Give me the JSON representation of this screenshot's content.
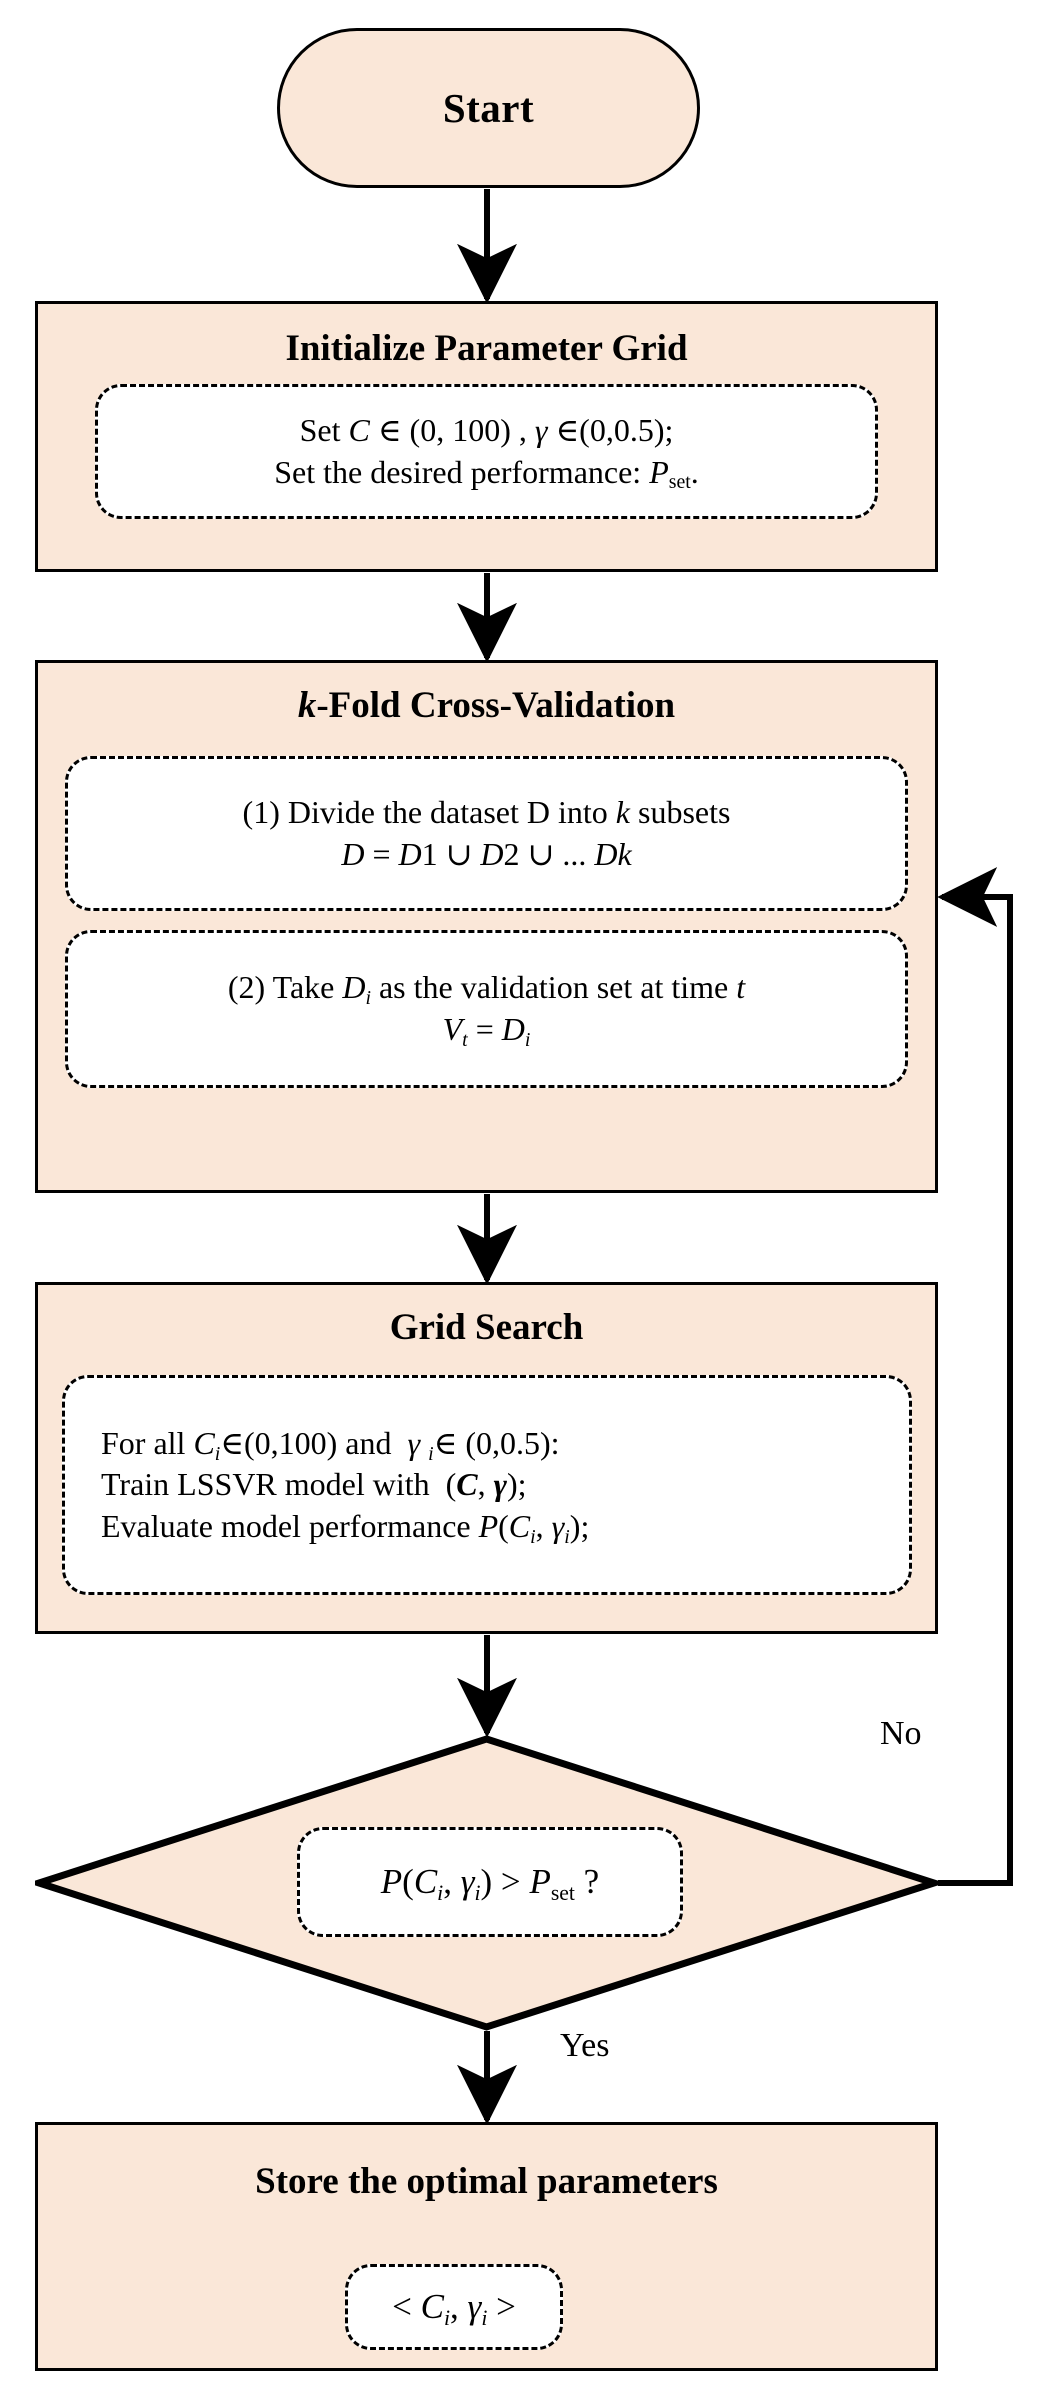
{
  "diagram": {
    "title": "LSSVR parameter optimization flowchart",
    "type": "flowchart",
    "colors": {
      "node_fill": "#fae7d8",
      "node_border": "#000000",
      "inner_fill": "#ffffff",
      "text": "#000000"
    },
    "nodes": {
      "start": {
        "shape": "stadium",
        "label": "Start"
      },
      "initialize": {
        "shape": "rectangle",
        "title": "Initialize Parameter Grid",
        "inner_shape": "dashed-rounded",
        "lines": [
          "Set C ∈ (0, 100) , γ ∈(0,0.5);",
          "Set the desired performance: P_set."
        ]
      },
      "kfold": {
        "shape": "rectangle",
        "title": "k-Fold Cross-Validation",
        "title_italic_prefix": "k",
        "sub_boxes": [
          {
            "inner_shape": "dashed-rounded",
            "lines": [
              "(1) Divide the dataset D into k subsets",
              "D = D1 ∪ D2 ∪ ... Dk"
            ]
          },
          {
            "inner_shape": "dashed-rounded",
            "lines": [
              "(2) Take D_i as the validation set at time t",
              "V_t = D_i"
            ]
          }
        ]
      },
      "grid_search": {
        "shape": "rectangle",
        "title": "Grid Search",
        "inner_shape": "dashed-rounded",
        "align": "left",
        "lines": [
          "For all C_i ∈ (0,100) and  γ_i ∈ (0,0.5):",
          "Train LSSVR model with  (C, γ);",
          "Evaluate model performance P(C_i, γ_i);"
        ]
      },
      "decision": {
        "shape": "diamond",
        "inner_shape": "dashed-rounded",
        "condition": "P(C_i, γ_i) > P_set ?"
      },
      "store": {
        "shape": "rectangle",
        "title": "Store the optimal parameters",
        "inner_shape": "dashed-rounded",
        "lines": [
          "< C_i, γ_i >"
        ]
      }
    },
    "edge_labels": {
      "no": "No",
      "yes": "Yes"
    },
    "edges": [
      {
        "from": "start",
        "to": "initialize",
        "label": ""
      },
      {
        "from": "initialize",
        "to": "kfold",
        "label": ""
      },
      {
        "from": "kfold",
        "to": "grid_search",
        "label": ""
      },
      {
        "from": "grid_search",
        "to": "decision",
        "label": ""
      },
      {
        "from": "decision",
        "to": "store",
        "label": "Yes"
      },
      {
        "from": "decision",
        "to": "kfold",
        "label": "No"
      }
    ]
  }
}
